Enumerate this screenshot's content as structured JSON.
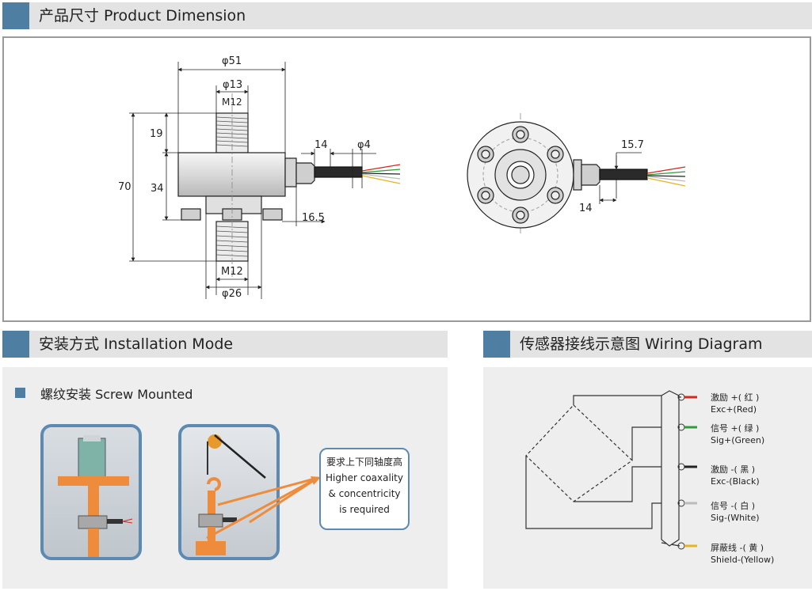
{
  "sections": {
    "product_dimension": "产品尺寸 Product Dimension",
    "installation_mode": "安装方式 Installation Mode",
    "wiring_diagram": "传感器接线示意图  Wiring Diagram"
  },
  "dimensions": {
    "d51": "φ51",
    "d13": "φ13",
    "m12_top": "M12",
    "h19": "19",
    "h70": "70",
    "h34": "34",
    "l14": "14",
    "d4": "φ4",
    "l16_5": "16.5",
    "m12_bottom": "M12",
    "d26": "φ26",
    "side_15_7": "15.7",
    "side_14": "14"
  },
  "installation": {
    "method": "螺纹安装 Screw Mounted",
    "callout_cn": "要求上下同轴度高",
    "callout_en1": "Higher coaxality",
    "callout_en2": "& concentricity",
    "callout_en3": "is required"
  },
  "wiring": {
    "wires": [
      {
        "cn": "激励 +( 红 )",
        "en": "Exc+(Red)",
        "color": "#d7261e"
      },
      {
        "cn": "信号 +( 绿 )",
        "en": "Sig+(Green)",
        "color": "#2e9a3c"
      },
      {
        "cn": "激励 -( 黑 )",
        "en": "Exc-(Black)",
        "color": "#222222"
      },
      {
        "cn": "信号 -( 白 )",
        "en": "Sig-(White)",
        "color": "#cccccc"
      },
      {
        "cn": "屏蔽线 -( 黄 )",
        "en": "Shield-(Yellow)",
        "color": "#e6b41f"
      }
    ]
  },
  "colors": {
    "accent": "#4f7ea3",
    "header_bg": "#e3e3e4",
    "orange": "#ef8c3c"
  }
}
